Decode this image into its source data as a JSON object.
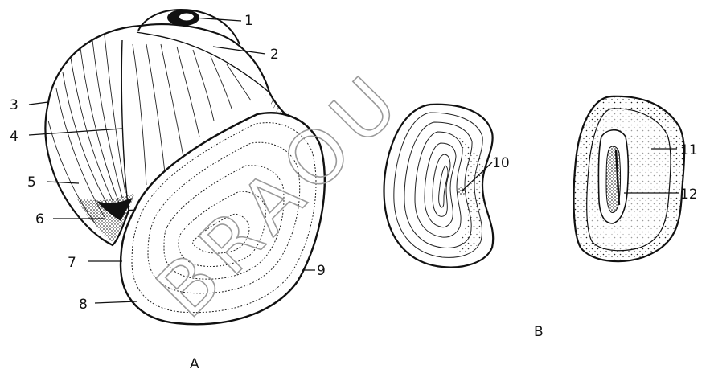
{
  "watermark": "BRAOU",
  "figure_a": {
    "caption": "A",
    "labels": [
      "1",
      "2",
      "3",
      "4",
      "5",
      "6",
      "7",
      "8",
      "9"
    ]
  },
  "figure_b": {
    "caption": "B",
    "labels": [
      "10",
      "11",
      "12"
    ]
  }
}
